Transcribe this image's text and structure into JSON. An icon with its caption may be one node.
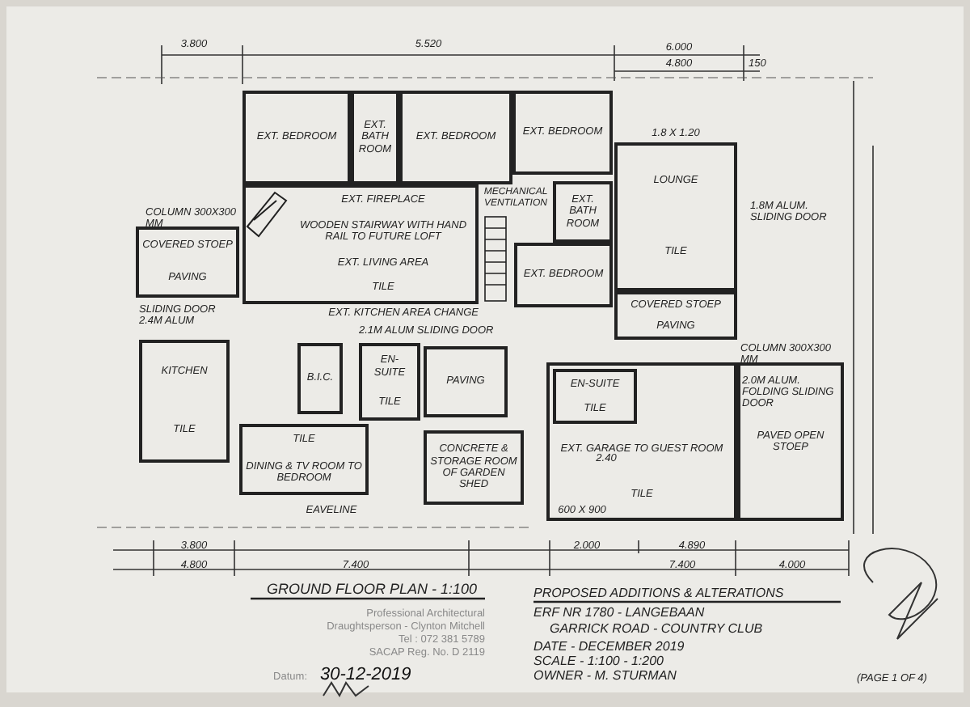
{
  "diagram": {
    "title": "GROUND FLOOR PLAN - 1:100",
    "nodes": [
      {
        "text": [
          "EXT. BEDROOM"
        ]
      },
      {
        "text": [
          "EXT. BATH ROOM"
        ]
      },
      {
        "text": [
          "EXT. BEDROOM"
        ]
      },
      {
        "text": [
          "EXT. BEDROOM"
        ]
      },
      {
        "text": [
          "EXT. BATH ROOM"
        ]
      },
      {
        "text": [
          "LOUNGE",
          "TILE"
        ],
        "beside": [
          "1.8 X 1.20"
        ]
      },
      {
        "text": [
          "COVERED STOEP",
          "PAVING"
        ]
      },
      {
        "text": [
          "EXT. FIREPLACE",
          "WOODEN STAIRWAY WITH HAND RAIL TO FUTURE LOFT",
          "EXT. LIVING AREA",
          "TILE"
        ]
      },
      {
        "text": [
          "EXT. BEDROOM"
        ]
      },
      {
        "text": [
          "COVERED STOEP",
          "PAVING"
        ]
      },
      {
        "text": [
          "KITCHEN",
          "TILE"
        ]
      },
      {
        "text": [
          "B.I.C."
        ]
      },
      {
        "text": [
          "EN-SUITE",
          "TILE"
        ]
      },
      {
        "text": [
          "PAVING"
        ]
      },
      {
        "text": [
          "TILE",
          "DINING & TV ROOM TO BEDROOM"
        ]
      },
      {
        "text": [
          "CONCRETE & STORAGE ROOM OF GARDEN SHED"
        ]
      },
      {
        "text": [
          "EXT. GARAGE TO GUEST ROOM",
          "TILE"
        ]
      },
      {
        "text": [
          "EN-SUITE",
          "TILE"
        ],
        "in": 16
      },
      {
        "text": [
          "PAVED OPEN STOEP"
        ]
      }
    ],
    "labels": [
      "3.800",
      "5.520",
      "6.000",
      "4.800",
      "150",
      "1.8M ALUM. SLIDING DOOR",
      "MECHANICAL VENTILATION",
      "COLUMN 300X300 MM",
      "EXT. KITCHEN AREA CHANGE",
      "2.1M ALUM SLIDING DOOR",
      "SLIDING DOOR 2.4M ALUM",
      "COLUMN 300X300 MM",
      "2.0M ALUM. FOLDING SLIDING DOOR",
      "2.40",
      "EAVELINE",
      "600 X 900",
      "3.800",
      "4.800",
      "7.400",
      "2.000",
      "4.890",
      "7.400",
      "4.000",
      "PROPOSED ADDITIONS & ALTERATIONS",
      "ERF NR 1780 - LANGEBAAN",
      "GARRICK ROAD - COUNTRY CLUB",
      "DATE - DECEMBER 2019",
      "SCALE - 1:100 - 1:200",
      "OWNER - M. STURMAN",
      "(PAGE 1 OF 4)",
      "Professional Architectural",
      "Draughtsperson - Clynton Mitchell",
      "Tel : 072 381 5789",
      "SACAP Reg. No. D 2119",
      "Datum:",
      "30-12-2019"
    ]
  }
}
